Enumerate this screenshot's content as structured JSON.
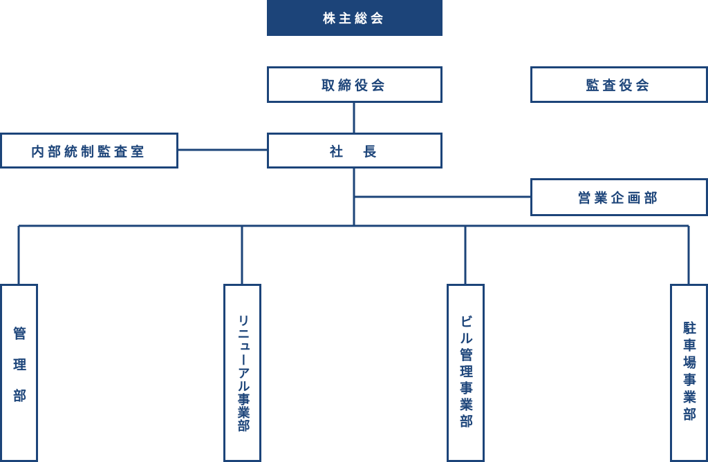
{
  "colors": {
    "primary": "#1c4479",
    "background": "#ffffff"
  },
  "nodes": {
    "shareholders_meeting": "株主総会",
    "board_of_directors": "取締役会",
    "audit_board": "監査役会",
    "internal_audit": "内部統制監査室",
    "president": "社　長",
    "sales_planning": "営業企画部",
    "management": "管理部",
    "renewal_business": "リニューアル事業部",
    "building_management": "ビル管理事業部",
    "parking_business": "駐車場事業部"
  }
}
